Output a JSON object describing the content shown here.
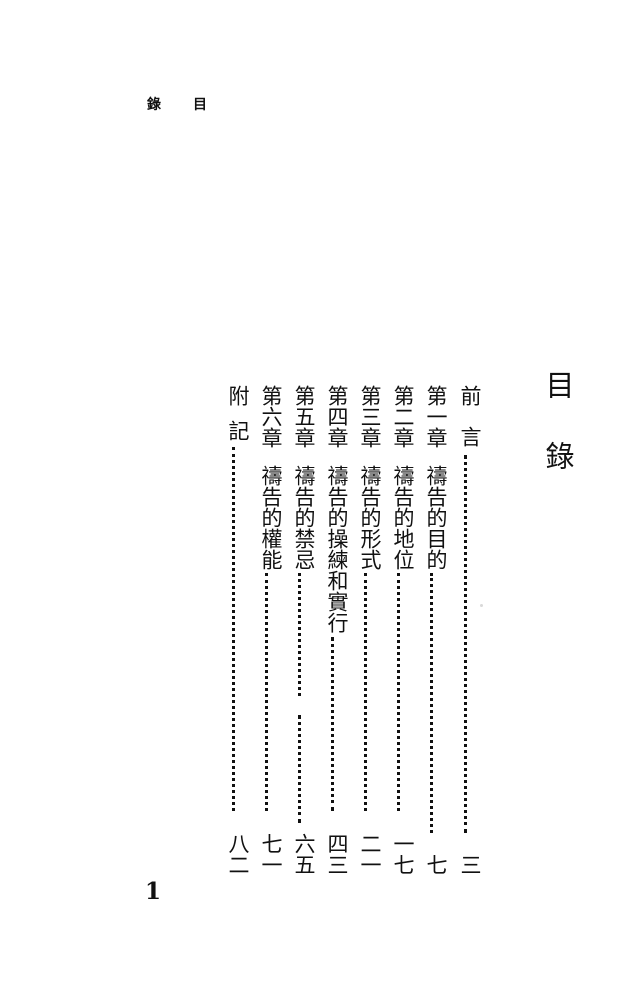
{
  "running_head": {
    "left": "錄",
    "right": "目"
  },
  "title": "目錄",
  "toc": [
    {
      "chapter": "前言",
      "title": "",
      "page": "三"
    },
    {
      "chapter": "第一章",
      "title": "禱告的目的",
      "page": "七"
    },
    {
      "chapter": "第二章",
      "title": "禱告的地位",
      "page": "一七"
    },
    {
      "chapter": "第三章",
      "title": "禱告的形式",
      "page": "二一"
    },
    {
      "chapter": "第四章",
      "title": "禱告的操練和實行",
      "page": "四三"
    },
    {
      "chapter": "第五章",
      "title": "禱告的禁忌",
      "page": "六五"
    },
    {
      "chapter": "第六章",
      "title": "禱告的權能",
      "page": "七一"
    },
    {
      "chapter": "附記",
      "title": "",
      "page": "八二"
    }
  ],
  "page_number": "1"
}
